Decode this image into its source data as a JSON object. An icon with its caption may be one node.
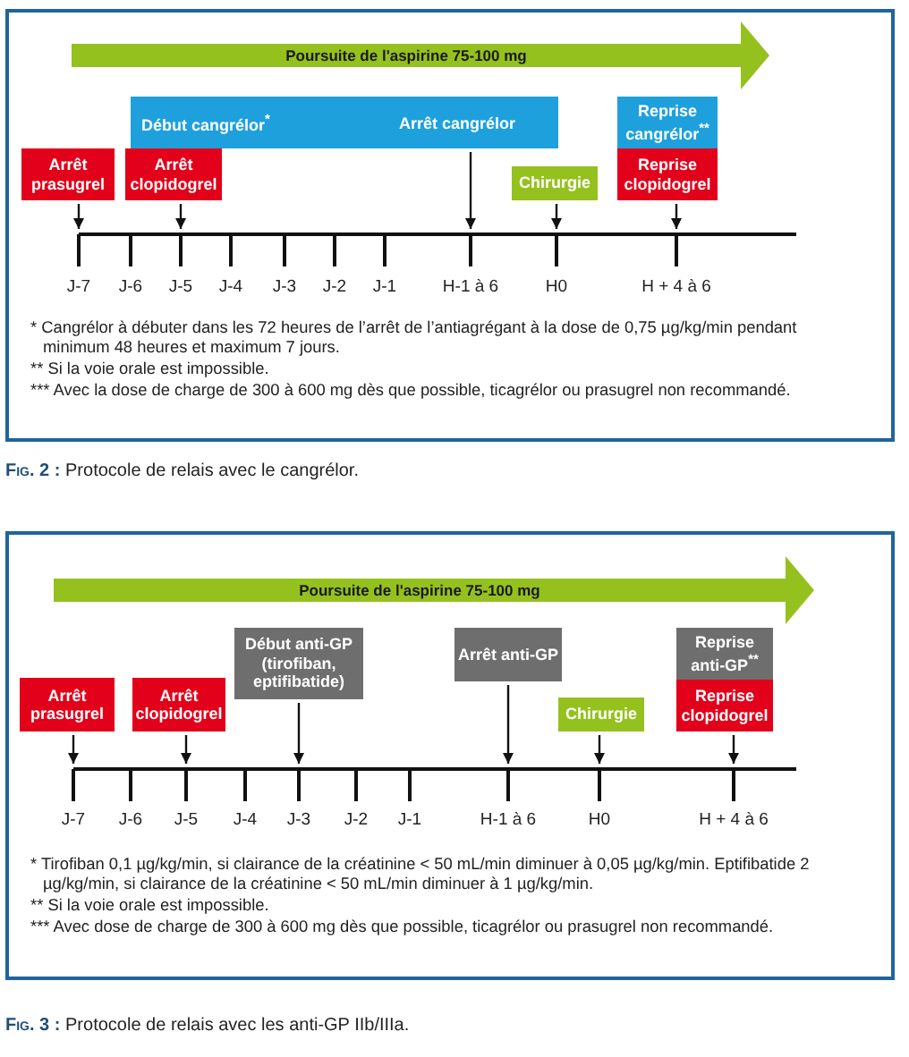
{
  "diagram": {
    "nodes": [
      {
        "text": [
          "* Cangrélor à débuter dans les 72 heures de l’arrêt de l’antiagrégant à la dose de 0,75 µg/kg/min pendant minimum 48 heures et maximum 7 jours.",
          "** Si la voie orale est impossible.",
          "*** Avec la dose de charge de 300 à 600 mg dès que possible, ticagrélor ou prasugrel non recommandé."
        ],
        "beside": [
          "**Fig. 2 :** Protocole de relais avec le cangrélor."
        ]
      },
      {
        "text": [
          "Poursuite de l'aspirine 75-100 mg"
        ],
        "in": 0
      },
      {
        "text": [
          "Début cangrélor$^{*}$",
          "Arrêt cangrélor"
        ],
        "in": 0
      },
      {
        "text": [
          "Reprise cangrélor$^{**}$"
        ],
        "in": 0
      },
      {
        "text": [
          "Arrêt prasugrel"
        ],
        "in": 0
      },
      {
        "text": [
          "Arrêt clopidogrel"
        ],
        "in": 0
      },
      {
        "text": [
          "Chirurgie"
        ],
        "in": 0
      },
      {
        "text": [
          "Reprise clopidogrel"
        ],
        "in": 0
      },
      {
        "text": [
          "* Tirofiban 0,1 µg/kg/min, si clairance de la créatinine < 50 mL/min diminuer à 0,05 µg/kg/min. Eptifibatide 2 µg/kg/min, si clairance de la créatinine < 50 mL/min diminuer à 1 µg/kg/min.",
          "** Si la voie orale est impossible.",
          "*** Avec dose de charge de 300 à 600 mg dès que possible, ticagrélor ou prasugrel non recommandé."
        ],
        "beside": [
          "**Fig. 3 :** Protocole de relais avec les anti-GP IIb/IIIa."
        ]
      },
      {
        "text": [
          "Poursuite de l'aspirine 75-100 mg"
        ],
        "in": 8
      },
      {
        "text": [
          "Début anti-GP (tirofiban, eptifibatide)"
        ],
        "in": 8
      },
      {
        "text": [
          "Arrêt anti-GP"
        ],
        "in": 8
      },
      {
        "text": [
          "Reprise anti-GP$^{**}$"
        ],
        "in": 8
      },
      {
        "text": [
          "Arrêt prasugrel"
        ],
        "in": 8
      },
      {
        "text": [
          "Arrêt clopidogrel"
        ],
        "in": 8
      },
      {
        "text": [
          "Chirurgie"
        ],
        "in": 8
      },
      {
        "text": [
          "Reprise clopidogrel"
        ],
        "in": 8
      }
    ],
    "edges": [
      {
        "from": 4,
        "to": null,
        "arrow": "to"
      },
      {
        "from": 5,
        "to": null,
        "arrow": "to"
      },
      {
        "from": 2,
        "to": null,
        "arrow": "to"
      },
      {
        "from": 6,
        "to": null,
        "arrow": "to"
      },
      {
        "from": 7,
        "to": null,
        "arrow": "to"
      },
      {
        "from": 13,
        "to": null,
        "arrow": "to"
      },
      {
        "from": 14,
        "to": null,
        "arrow": "to"
      },
      {
        "from": 10,
        "to": null,
        "arrow": "to"
      },
      {
        "from": 11,
        "to": null,
        "arrow": "to"
      },
      {
        "from": 15,
        "to": null,
        "arrow": "to"
      },
      {
        "from": 16,
        "to": null,
        "arrow": "to"
      }
    ],
    "labels": [
      "J-7",
      "J-6",
      "J-5",
      "J-4",
      "J-3",
      "J-2",
      "J-1",
      "H-1 à 6",
      "H0",
      "H + 4 à 6",
      "J-7",
      "J-6",
      "J-5",
      "J-4",
      "J-3",
      "J-2",
      "J-1",
      "H-1 à 6",
      "H0",
      "H + 4 à 6"
    ]
  }
}
